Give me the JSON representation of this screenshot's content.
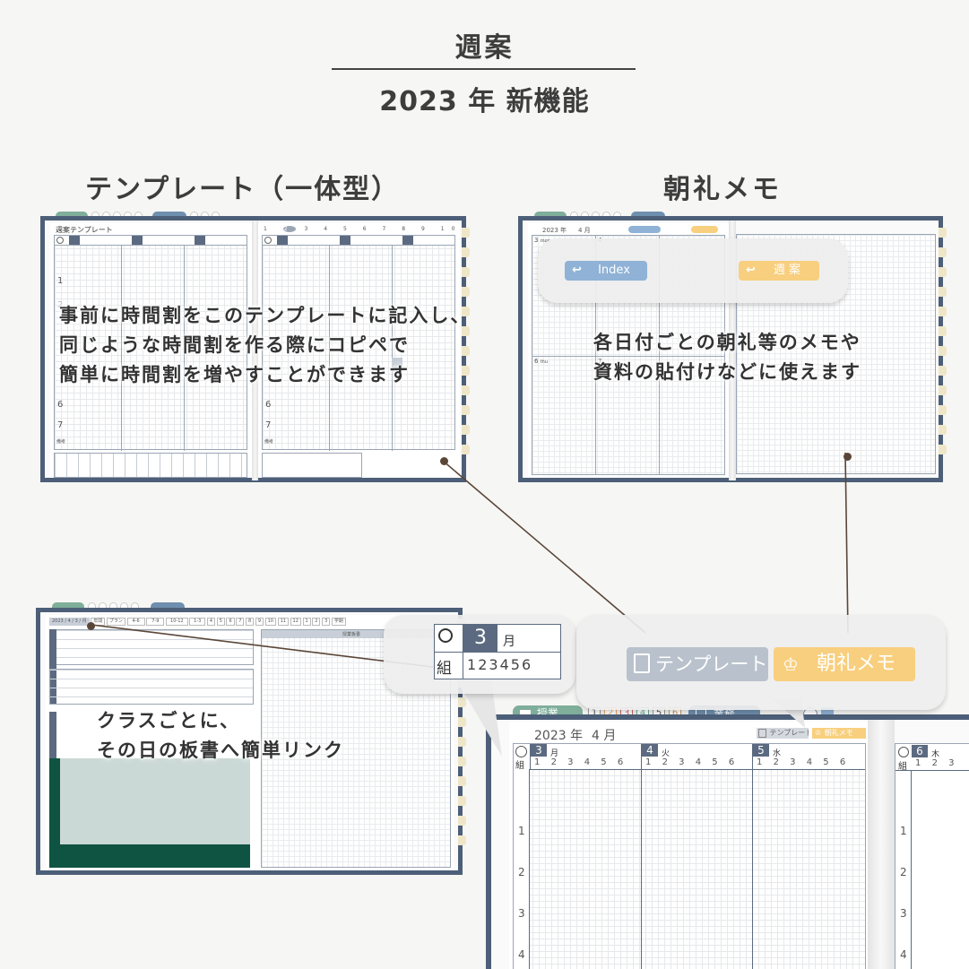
{
  "header": {
    "title": "週案",
    "subtitle": "2023 年 新機能"
  },
  "panel_template": {
    "heading": "テンプレート（一体型）",
    "inner_title": "週案テンプレート",
    "period_numbers": [
      "1",
      "2",
      "3",
      "4",
      "5",
      "6",
      "7"
    ],
    "date_digits": [
      "1",
      "2",
      "3",
      "4",
      "5",
      "6",
      "7",
      "8",
      "9",
      "10"
    ],
    "remarks_label": "備考",
    "description": [
      "事前に時間割をこのテンプレートに記入し、",
      "同じような時間割を作る際にコピペで",
      "簡単に時間割を増やすことができます"
    ]
  },
  "panel_morning": {
    "heading": "朝礼メモ",
    "inner_year": "2023 年",
    "inner_month": "4 月",
    "cell_date_1": "3",
    "cell_day_1": "mon",
    "cell_date_2": "4",
    "cell_date_3": "6",
    "cell_day_3": "thu",
    "cell_date_4": "7",
    "button_index": "Index",
    "button_weekly": "週 案",
    "description": [
      "各日付ごとの朝礼等のメモや",
      "資料の貼付けなどに使えます"
    ]
  },
  "panel_class": {
    "date_badge": "2023 / 4 / 3 / 月",
    "toolbar": [
      "年間",
      "プラン",
      "4-6",
      "7-9",
      "10-12",
      "1-3",
      "4",
      "5",
      "6",
      "7",
      "8",
      "9",
      "10",
      "11",
      "12",
      "1",
      "2",
      "3",
      "学期"
    ],
    "board_heading": "授業板書",
    "description": [
      "クラスごとに、",
      "その日の板書へ簡単リンク"
    ]
  },
  "callout_class": {
    "date": "3",
    "month": "月",
    "row_label": "組",
    "classes": [
      "1",
      "2",
      "3",
      "4",
      "5",
      "6"
    ]
  },
  "callout_buttons": {
    "template_label": "テンプレート",
    "morning_label": "朝礼メモ"
  },
  "zoomed": {
    "tab_lesson": "授業",
    "tab_business": "業務",
    "tab_numbers": [
      "1",
      "2",
      "3",
      "4",
      "5",
      "6"
    ],
    "year": "2023 年",
    "month": "4 月",
    "small_template": "テンプレート",
    "small_morning": "朝礼メモ",
    "row_label": "組",
    "days": [
      {
        "date": "3",
        "day": "月"
      },
      {
        "date": "4",
        "day": "火"
      },
      {
        "date": "5",
        "day": "水"
      },
      {
        "date": "6",
        "day": "木"
      }
    ],
    "class_numbers": [
      "1",
      "2",
      "3",
      "4",
      "5",
      "6"
    ],
    "periods": [
      "1",
      "2",
      "3",
      "4"
    ]
  },
  "colors": {
    "frame": "#4d5f78",
    "index_blue": "#8fb2d6",
    "weekly_orange": "#f8cf7e",
    "tab_green": "#7fae9b",
    "tab_blue": "#6f8fae",
    "connector": "#5a4638"
  }
}
